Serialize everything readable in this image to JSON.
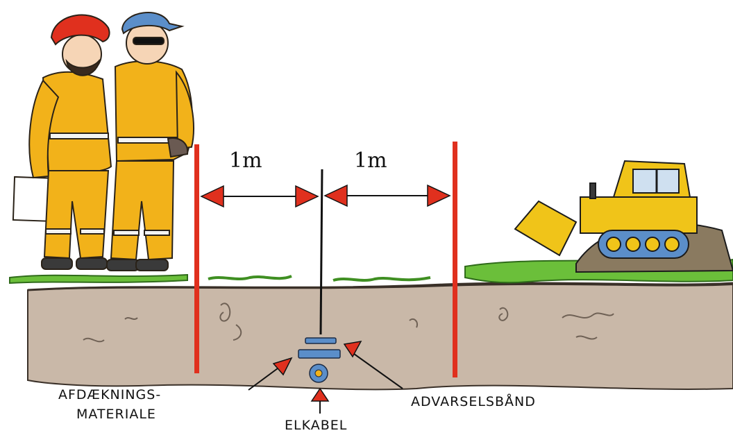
{
  "distances": {
    "left": "1m",
    "right": "1m"
  },
  "labels": {
    "cover_line1": "AFDÆKNINGS-",
    "cover_line2": "MATERIALE",
    "cable": "ELKABEL",
    "warning_tape": "ADVARSELSBÅND"
  },
  "colors": {
    "soil": "#c9b8a8",
    "grass": "#6bbf3a",
    "marker": "#e0301e",
    "hivis": "#f2b21a",
    "dozer": "#f0c419",
    "cover": "#5b8ec9"
  },
  "icons": {
    "workers": "construction-workers-illustration",
    "bulldozer": "bulldozer-illustration",
    "arrows": "red-triangle-arrow-icon"
  }
}
